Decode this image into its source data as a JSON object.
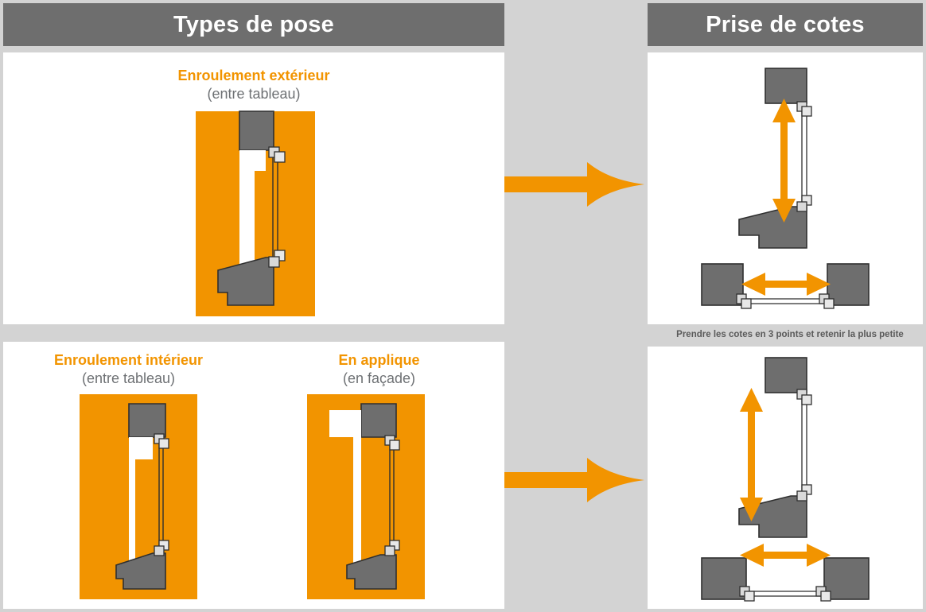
{
  "colors": {
    "orange": "#f29400",
    "header_gray": "#6e6e6e",
    "page_gray": "#d3d3d3",
    "panel_white": "#ffffff",
    "wall_gray": "#6e6e6e",
    "text_gray": "#6e7174",
    "caption_gray": "#5a5a5a",
    "bracket_gray": "#d9d9d9",
    "outline": "#3a3a3a"
  },
  "headers": {
    "left": "Types de pose",
    "right": "Prise de cotes"
  },
  "figures": {
    "exterieur": {
      "title": "Enroulement extérieur",
      "subtitle": "(entre tableau)"
    },
    "interieur": {
      "title": "Enroulement intérieur",
      "subtitle": "(entre tableau)"
    },
    "applique": {
      "title": "En applique",
      "subtitle": "(en façade)"
    }
  },
  "caption": {
    "note": "Prendre les cotes en 3 points et retenir la plus petite"
  },
  "icons": {
    "connector_top": "right-arrow-icon",
    "connector_bottom": "right-arrow-icon",
    "measure_vertical": "double-arrow-vertical-icon",
    "measure_horizontal": "double-arrow-horizontal-icon"
  }
}
